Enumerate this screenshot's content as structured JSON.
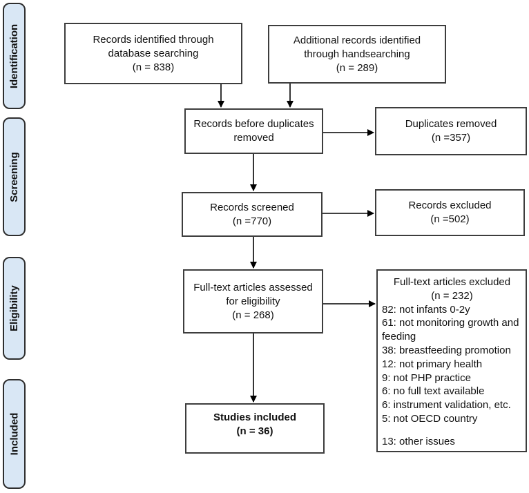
{
  "diagram": {
    "stages": [
      {
        "label": "Identification"
      },
      {
        "label": "Screening"
      },
      {
        "label": "Eligibility"
      },
      {
        "label": "Included"
      }
    ],
    "boxes": {
      "records_identified": {
        "lines": [
          "Records identified through",
          "database searching",
          "(n = 838)"
        ]
      },
      "additional_records": {
        "lines": [
          "Additional records identified",
          "through handsearching",
          "(n = 289)"
        ]
      },
      "before_duplicates": {
        "lines": [
          "Records before duplicates",
          "removed"
        ]
      },
      "duplicates_removed": {
        "lines": [
          "Duplicates removed",
          "(n =357)"
        ]
      },
      "records_screened": {
        "lines": [
          "Records screened",
          "(n =770)"
        ]
      },
      "records_excluded": {
        "lines": [
          "Records excluded",
          "(n =502)"
        ]
      },
      "fulltext_assessed": {
        "lines": [
          "Full-text articles assessed",
          "for eligibility",
          "(n = 268)"
        ]
      },
      "fulltext_excluded": {
        "title": "Full-text articles excluded",
        "count": "(n = 232)",
        "reasons": [
          "82: not infants 0-2y",
          "61: not monitoring growth and feeding",
          "38: breastfeeding promotion",
          "12: not primary health",
          "9: not PHP practice",
          "6: no full text available",
          "6: instrument validation, etc.",
          "5: not OECD country"
        ],
        "other": "13: other issues"
      },
      "studies_included": {
        "lines": [
          "Studies included",
          "(n = 36)"
        ]
      }
    },
    "colors": {
      "stage_fill": "#d9e7f5",
      "stage_border": "#2e2e2e",
      "box_border": "#3d3d3d",
      "arrow": "#000000",
      "text": "#111111"
    }
  }
}
